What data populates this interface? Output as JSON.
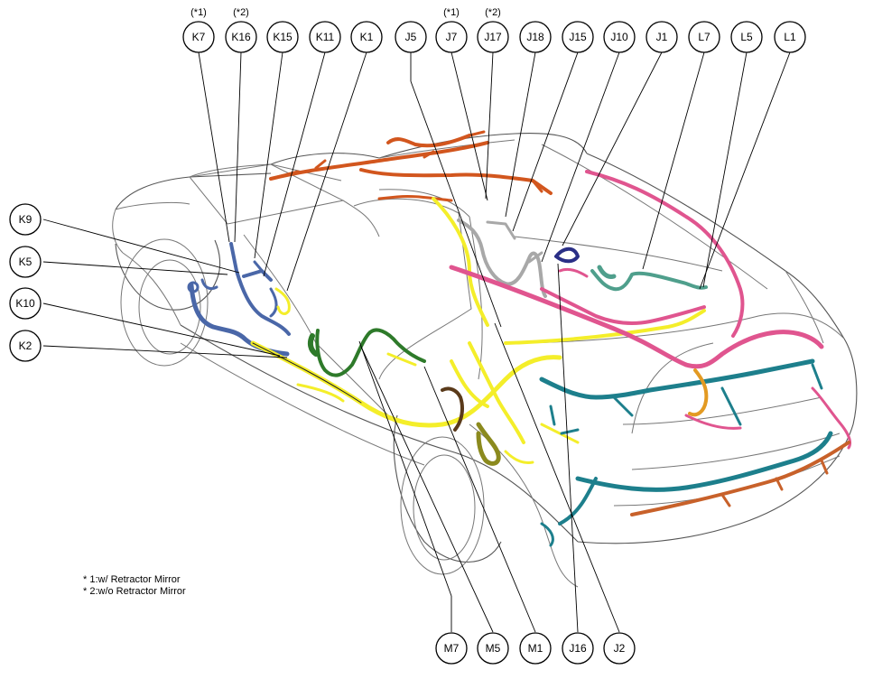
{
  "callouts": [
    {
      "id": "K7",
      "note": "(*1)"
    },
    {
      "id": "K16",
      "note": "(*2)"
    },
    {
      "id": "K15",
      "note": ""
    },
    {
      "id": "K11",
      "note": ""
    },
    {
      "id": "K1",
      "note": ""
    },
    {
      "id": "J5",
      "note": ""
    },
    {
      "id": "J7",
      "note": "(*1)"
    },
    {
      "id": "J17",
      "note": "(*2)"
    },
    {
      "id": "J18",
      "note": ""
    },
    {
      "id": "J15",
      "note": ""
    },
    {
      "id": "J10",
      "note": ""
    },
    {
      "id": "J1",
      "note": ""
    },
    {
      "id": "L7",
      "note": ""
    },
    {
      "id": "L5",
      "note": ""
    },
    {
      "id": "L1",
      "note": ""
    },
    {
      "id": "K9",
      "note": ""
    },
    {
      "id": "K5",
      "note": ""
    },
    {
      "id": "K10",
      "note": ""
    },
    {
      "id": "K2",
      "note": ""
    },
    {
      "id": "M7",
      "note": ""
    },
    {
      "id": "M5",
      "note": ""
    },
    {
      "id": "M1",
      "note": ""
    },
    {
      "id": "J16",
      "note": ""
    },
    {
      "id": "J2",
      "note": ""
    }
  ],
  "notes": [
    "* 1:w/ Retractor Mirror",
    "* 2:w/o Retractor Mirror"
  ],
  "colors": {
    "blue": "#4a67a8",
    "orange": "#d2561e",
    "yellow": "#f4ee2a",
    "green": "#2e7a2a",
    "gray": "#a8a8a8",
    "pink": "#e0558f",
    "teal": "#1d7f8c",
    "seafoam": "#4f9f8c",
    "navy": "#2a2f86",
    "olive": "#8b8a1e",
    "brown": "#5a3a1a",
    "amber": "#e39a22",
    "rust": "#c8612a"
  }
}
